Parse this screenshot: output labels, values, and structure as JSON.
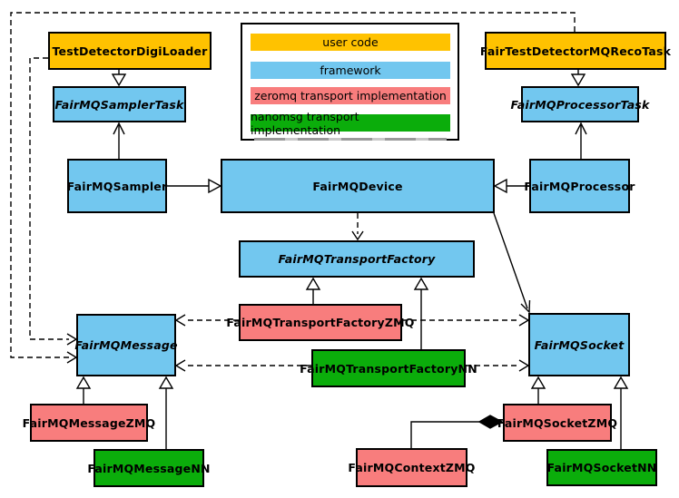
{
  "legend": {
    "items": [
      {
        "label": "user code",
        "color": "#FFC200"
      },
      {
        "label": "framework",
        "color": "#72C7EF"
      },
      {
        "label": "zeromq transport implementation",
        "color": "#F87D7D"
      },
      {
        "label": "nanomsg transport implementation",
        "color": "#0BAD0B"
      }
    ]
  },
  "nodes": {
    "test_detector_digi_loader": {
      "label": "TestDetectorDigiLoader",
      "category": "user code",
      "abstract": false
    },
    "fair_test_detector_mq_reco_task": {
      "label": "FairTestDetectorMQRecoTask",
      "category": "user code",
      "abstract": false
    },
    "fairmq_sampler_task": {
      "label": "FairMQSamplerTask",
      "category": "framework",
      "abstract": true
    },
    "fairmq_processor_task": {
      "label": "FairMQProcessorTask",
      "category": "framework",
      "abstract": true
    },
    "fairmq_sampler": {
      "label": "FairMQSampler",
      "category": "framework",
      "abstract": false
    },
    "fairmq_device": {
      "label": "FairMQDevice",
      "category": "framework",
      "abstract": false
    },
    "fairmq_processor": {
      "label": "FairMQProcessor",
      "category": "framework",
      "abstract": false
    },
    "fairmq_transport_factory": {
      "label": "FairMQTransportFactory",
      "category": "framework",
      "abstract": true
    },
    "fairmq_transport_factory_zmq": {
      "label": "FairMQTransportFactoryZMQ",
      "category": "zeromq transport implementation",
      "abstract": false
    },
    "fairmq_transport_factory_nn": {
      "label": "FairMQTransportFactoryNN",
      "category": "nanomsg transport implementation",
      "abstract": false
    },
    "fairmq_message": {
      "label": "FairMQMessage",
      "category": "framework",
      "abstract": true
    },
    "fairmq_socket": {
      "label": "FairMQSocket",
      "category": "framework",
      "abstract": true
    },
    "fairmq_message_zmq": {
      "label": "FairMQMessageZMQ",
      "category": "zeromq transport implementation",
      "abstract": false
    },
    "fairmq_message_nn": {
      "label": "FairMQMessageNN",
      "category": "nanomsg transport implementation",
      "abstract": false
    },
    "fairmq_context_zmq": {
      "label": "FairMQContextZMQ",
      "category": "zeromq transport implementation",
      "abstract": false
    },
    "fairmq_socket_zmq": {
      "label": "FairMQSocketZMQ",
      "category": "zeromq transport implementation",
      "abstract": false
    },
    "fairmq_socket_nn": {
      "label": "FairMQSocketNN",
      "category": "nanomsg transport implementation",
      "abstract": false
    }
  },
  "edges": [
    {
      "from": "TestDetectorDigiLoader",
      "to": "FairMQSamplerTask",
      "type": "generalization"
    },
    {
      "from": "FairTestDetectorMQRecoTask",
      "to": "FairMQProcessorTask",
      "type": "generalization"
    },
    {
      "from": "FairMQSampler",
      "to": "FairMQSamplerTask",
      "type": "arrow"
    },
    {
      "from": "FairMQProcessor",
      "to": "FairMQProcessorTask",
      "type": "arrow"
    },
    {
      "from": "FairMQSampler",
      "to": "FairMQDevice",
      "type": "generalization"
    },
    {
      "from": "FairMQProcessor",
      "to": "FairMQDevice",
      "type": "generalization"
    },
    {
      "from": "FairMQDevice",
      "to": "FairMQTransportFactory",
      "type": "dashed-arrow"
    },
    {
      "from": "FairMQDevice",
      "to": "FairMQSocket",
      "type": "arrow"
    },
    {
      "from": "FairMQTransportFactoryZMQ",
      "to": "FairMQTransportFactory",
      "type": "generalization"
    },
    {
      "from": "FairMQTransportFactoryNN",
      "to": "FairMQTransportFactory",
      "type": "generalization"
    },
    {
      "from": "FairMQTransportFactoryZMQ",
      "to": "FairMQMessage",
      "type": "dashed-arrow"
    },
    {
      "from": "FairMQTransportFactoryZMQ",
      "to": "FairMQSocket",
      "type": "dashed-arrow"
    },
    {
      "from": "FairMQTransportFactoryNN",
      "to": "FairMQMessage",
      "type": "dashed-arrow"
    },
    {
      "from": "FairMQTransportFactoryNN",
      "to": "FairMQSocket",
      "type": "dashed-arrow"
    },
    {
      "from": "TestDetectorDigiLoader",
      "to": "FairMQMessage",
      "type": "dashed-arrow"
    },
    {
      "from": "FairTestDetectorMQRecoTask",
      "to": "FairMQMessage",
      "type": "dashed-arrow"
    },
    {
      "from": "FairMQMessageZMQ",
      "to": "FairMQMessage",
      "type": "generalization"
    },
    {
      "from": "FairMQMessageNN",
      "to": "FairMQMessage",
      "type": "generalization"
    },
    {
      "from": "FairMQSocketZMQ",
      "to": "FairMQSocket",
      "type": "generalization"
    },
    {
      "from": "FairMQSocketNN",
      "to": "FairMQSocket",
      "type": "generalization"
    },
    {
      "from": "FairMQContextZMQ",
      "to": "FairMQSocketZMQ",
      "type": "composition"
    }
  ],
  "colors": {
    "user_code": "#FFC200",
    "framework": "#72C7EF",
    "zeromq": "#F87D7D",
    "nanomsg": "#0BAD0B",
    "line": "#000000",
    "background": "#FFFFFF"
  }
}
